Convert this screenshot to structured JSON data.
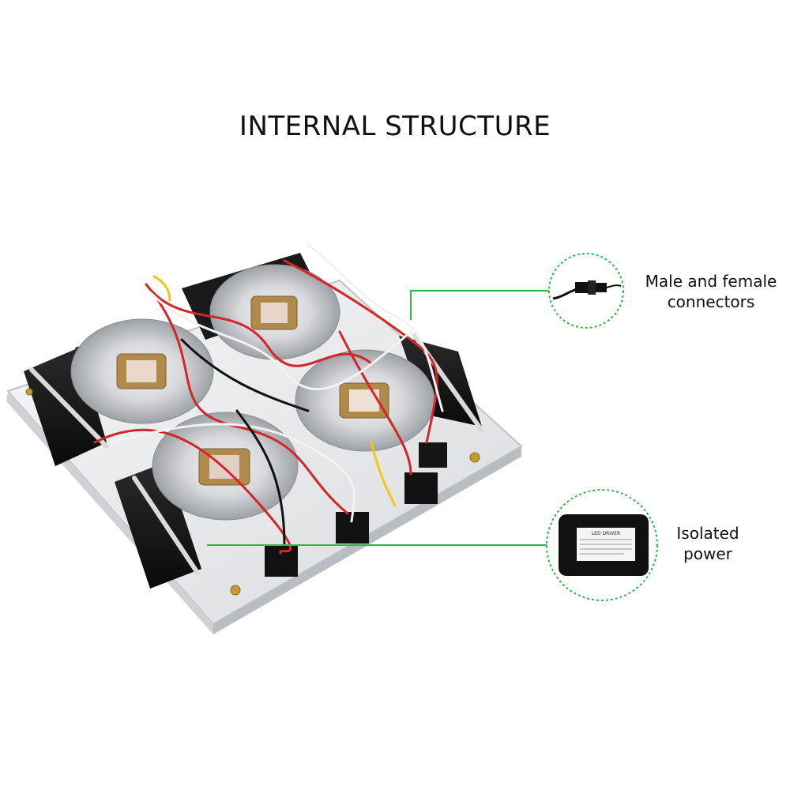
{
  "title": "INTERNAL STRUCTURE",
  "callouts": {
    "connectors": {
      "line1": "Male and female",
      "line2": "connectors"
    },
    "power": {
      "line1": "Isolated",
      "line2": "power"
    }
  },
  "driver_label": {
    "header": "LED DRIVER"
  },
  "colors": {
    "callout_green": "#2fb84a",
    "frame": "#e9eaec",
    "heatsink": "#c9cbd0",
    "wire_red": "#d42626",
    "wire_white": "#f4f4f4",
    "driver_body": "#111111"
  },
  "icons": [
    "led-chip-icon",
    "fan-icon",
    "connector-icon",
    "driver-box-icon"
  ]
}
